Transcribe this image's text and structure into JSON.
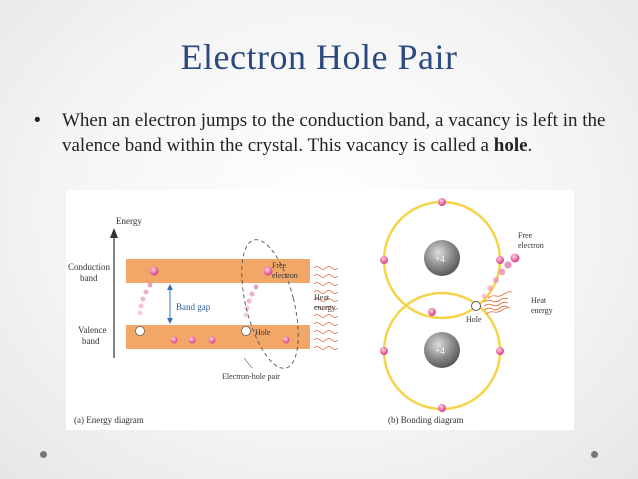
{
  "slide": {
    "title": "Electron Hole Pair",
    "bullet": {
      "text": "When an electron jumps to the conduction band, a vacancy is left in the valence band within the crystal. This vacancy is called a ",
      "bold": "hole",
      "end": "."
    }
  },
  "energy_diagram": {
    "axis_label": "Energy",
    "conduction_label": [
      "Conduction",
      "band"
    ],
    "valence_label": [
      "Valence",
      "band"
    ],
    "band_gap": "Band gap",
    "free_electron": [
      "Free",
      "electron"
    ],
    "hole": "Hole",
    "heat_energy": [
      "Heat",
      "energy"
    ],
    "pair_label": "Electron-hole pair",
    "caption": "(a) Energy diagram"
  },
  "bonding_diagram": {
    "nucleus_top": "+4",
    "nucleus_bottom": "+4",
    "free_electron": [
      "Free",
      "electron"
    ],
    "heat_energy": [
      "Heat",
      "energy"
    ],
    "hole": "Hole",
    "caption": "(b) Bonding diagram"
  },
  "colors": {
    "title": "#2d4a7e",
    "band": "#f2a766",
    "orbit": "#f5d34a",
    "electron": "#e0518f"
  }
}
